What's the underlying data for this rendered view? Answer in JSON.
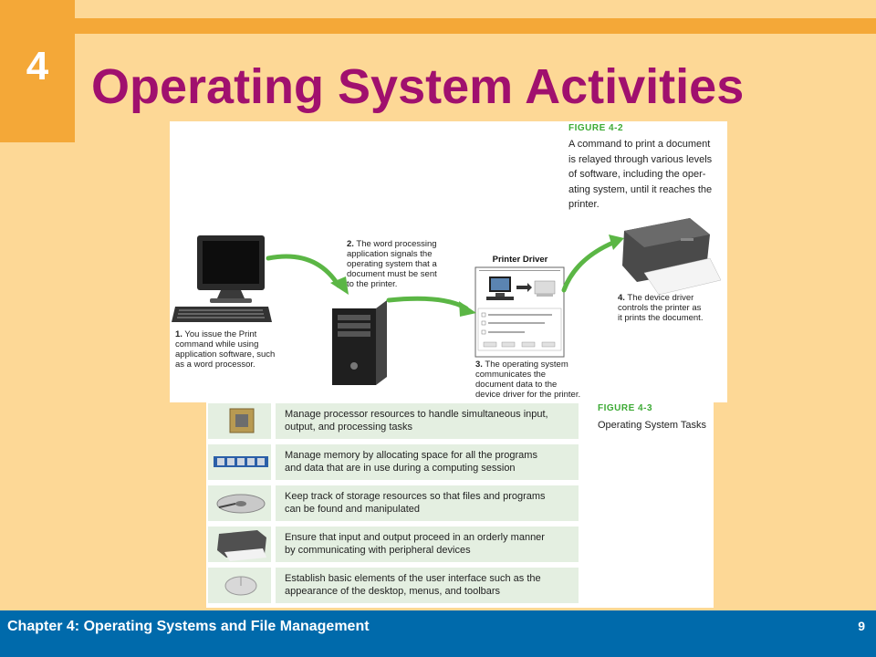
{
  "slide": {
    "chapter_number": "4",
    "title": "Operating System Activities"
  },
  "figure_4_2": {
    "label": "FIGURE 4-2",
    "caption_lines": [
      "A command to print a document",
      "is relayed through various levels",
      "of software, including the oper-",
      "ating system, until it reaches the",
      "printer."
    ],
    "steps": [
      {
        "num": "1.",
        "lines": [
          " You issue the Print",
          "command while using",
          "application software, such",
          "as a word processor."
        ]
      },
      {
        "num": "2.",
        "lines": [
          " The word processing",
          "application signals the",
          "operating system that a",
          "document must be sent",
          "to the printer."
        ]
      },
      {
        "num": "3.",
        "lines": [
          " The operating system",
          "communicates the",
          "document data to the",
          "device driver for the printer."
        ]
      },
      {
        "num": "4.",
        "lines": [
          " The device driver",
          "controls the printer as",
          "it prints the document."
        ]
      }
    ],
    "driver_window_title": "Printer Driver",
    "colors": {
      "arrow": "#5BB645",
      "label": "#3DAA35"
    }
  },
  "figure_4_3": {
    "label": "FIGURE 4-3",
    "caption": "Operating System Tasks",
    "tasks": [
      {
        "icon": "processor-chip-icon",
        "lines": [
          "Manage processor resources to handle simultaneous input,",
          "output, and processing tasks"
        ]
      },
      {
        "icon": "memory-module-icon",
        "lines": [
          "Manage memory by allocating space for all the programs",
          "and data that are in use during a computing session"
        ]
      },
      {
        "icon": "hard-drive-icon",
        "lines": [
          "Keep track of storage resources so that files and programs",
          "can be found and manipulated"
        ]
      },
      {
        "icon": "printer-icon",
        "lines": [
          "Ensure that input and output proceed in an orderly manner",
          "by communicating with peripheral devices"
        ]
      },
      {
        "icon": "mouse-icon",
        "lines": [
          "Establish basic elements of the user interface such as the",
          "appearance of the desktop, menus, and toolbars"
        ]
      }
    ]
  },
  "footer": {
    "text": "Chapter 4: Operating Systems and File Management",
    "page_number": "9"
  },
  "theme": {
    "background": "#FDD896",
    "accent_orange": "#F4A838",
    "title_color": "#A0106E",
    "footer_blue": "#006AAB"
  }
}
